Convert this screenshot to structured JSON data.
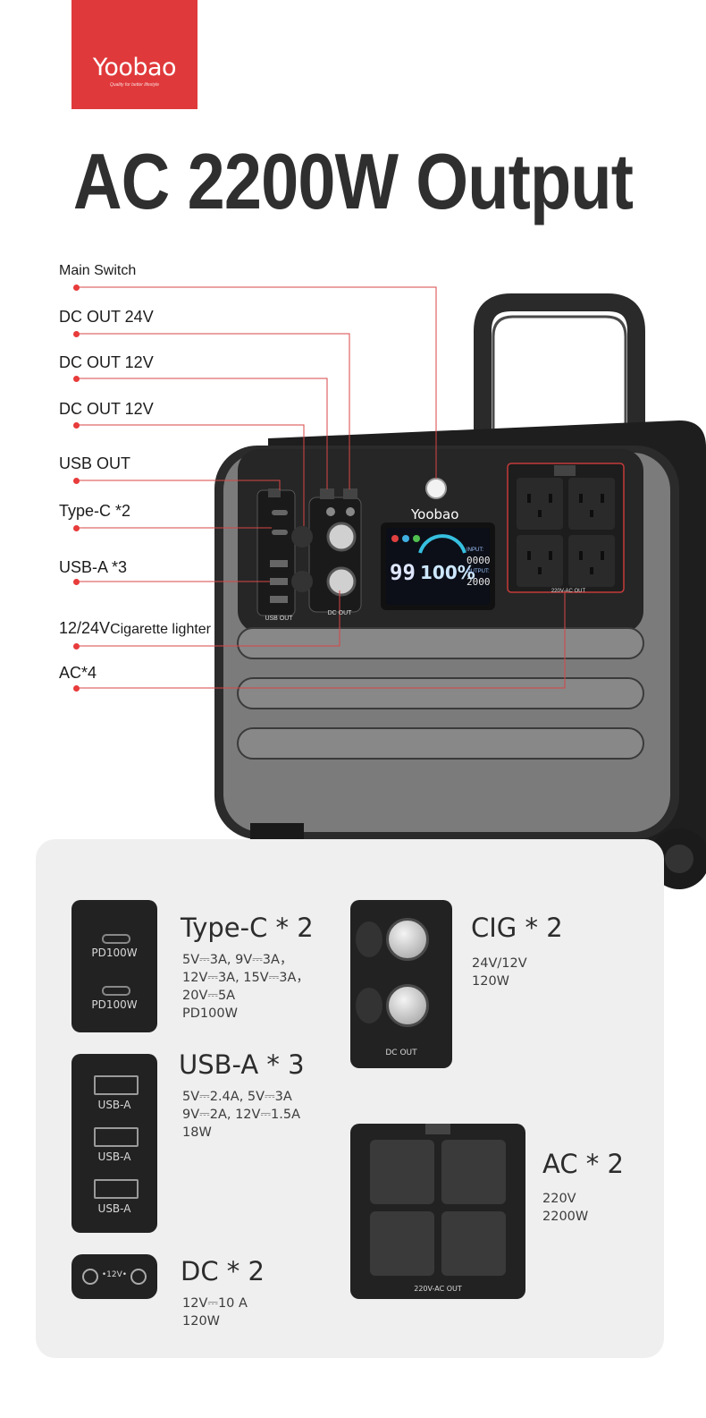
{
  "brand": {
    "logo": "Yoobao",
    "tagline": "Quality for better lifestyle",
    "brand_color": "#e0393b"
  },
  "headline": "AC 2200W Output",
  "callouts": [
    {
      "label": "Main Switch"
    },
    {
      "label": "DC OUT 24V"
    },
    {
      "label": "DC OUT 12V"
    },
    {
      "label": "DC OUT 12V"
    },
    {
      "label": "USB OUT"
    },
    {
      "label": "Type-C *2"
    },
    {
      "label": "USB-A *3"
    },
    {
      "label": "12/24V",
      "suffix": "Cigarette lighter"
    },
    {
      "label": "AC*4"
    }
  ],
  "callout_color": "#e83b3b",
  "device": {
    "brand": "Yoobao",
    "usb_panel_label": "USB OUT",
    "dc_panel_label": "DC OUT",
    "ac_panel_label": "220V-AC OUT",
    "display": {
      "battery": "99",
      "percent": "100%",
      "input_label": "INPUT:",
      "input_value": "0000",
      "output_label": "OUTPUT:",
      "output_value": "2000"
    }
  },
  "specs": {
    "typec": {
      "title": "Type-C * 2",
      "port_labels": [
        "PD100W",
        "PD100W"
      ],
      "lines": [
        "5V⎓3A, 9V⎓3A，",
        "12V⎓3A, 15V⎓3A，",
        "20V⎓5A",
        "PD100W"
      ]
    },
    "usba": {
      "title": "USB-A * 3",
      "port_labels": [
        "USB-A",
        "USB-A",
        "USB-A"
      ],
      "lines": [
        "5V⎓2.4A, 5V⎓3A",
        "9V⎓2A,  12V⎓1.5A",
        "18W"
      ]
    },
    "dc": {
      "title": "DC * 2",
      "port_label": "•12V•",
      "lines": [
        "12V⎓10 A",
        "120W"
      ]
    },
    "cig": {
      "title": "CIG * 2",
      "port_label": "DC OUT",
      "lines": [
        "24V/12V",
        "120W"
      ]
    },
    "ac": {
      "title": "AC * 2",
      "port_label": "220V-AC OUT",
      "lines": [
        "220V",
        "2200W"
      ]
    }
  }
}
